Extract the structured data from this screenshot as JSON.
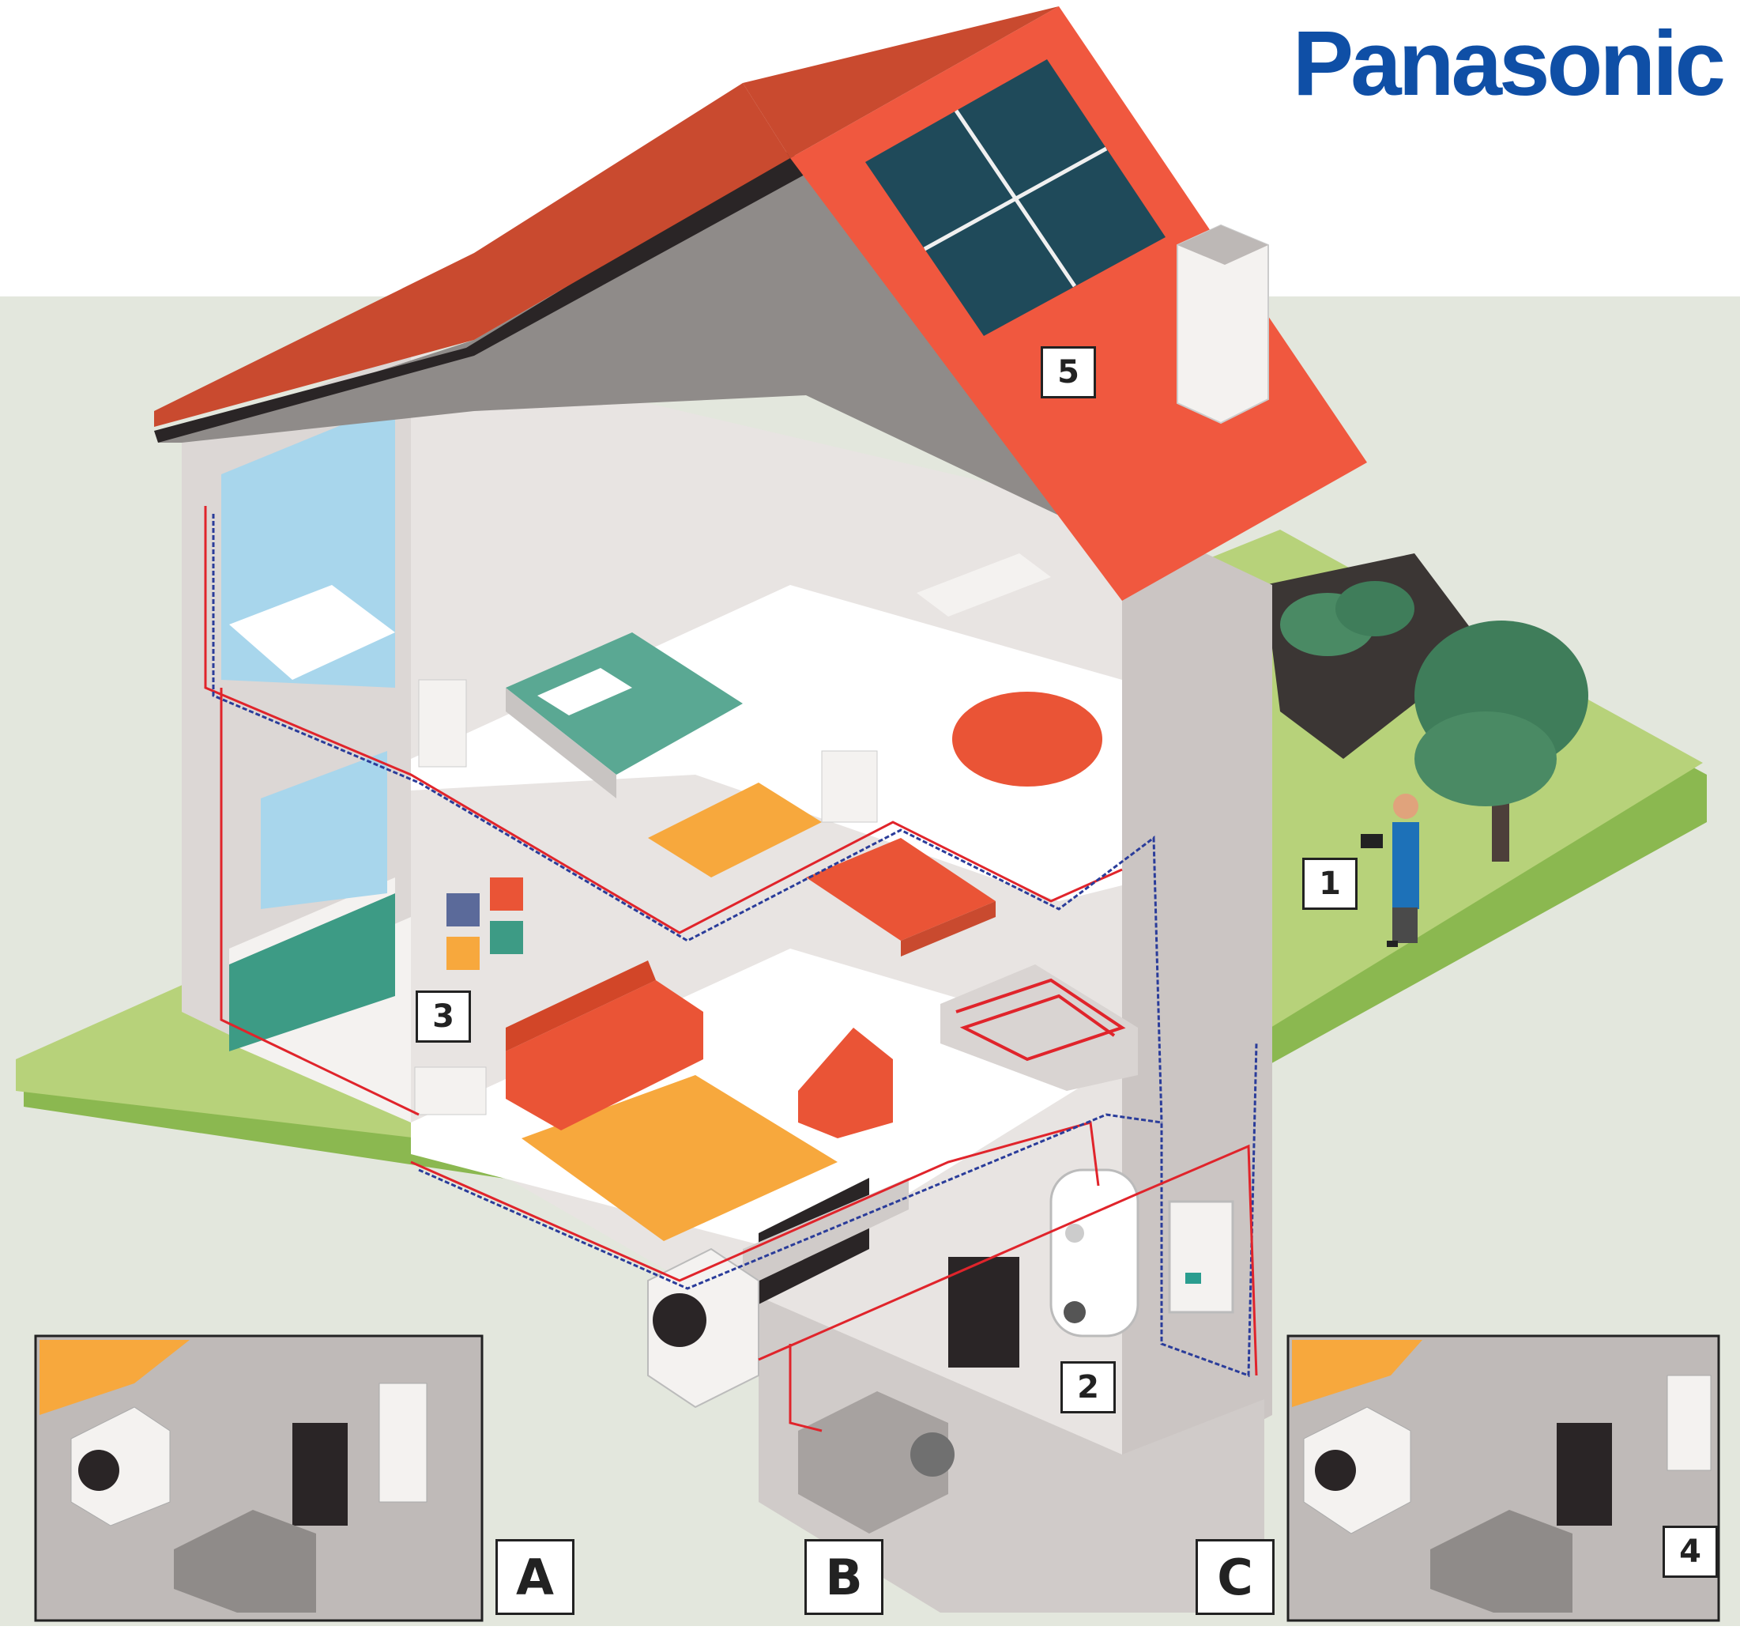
{
  "brand": {
    "logo_text": "Panasonic",
    "color": "#0f4fa6"
  },
  "callouts": {
    "c1": "1",
    "c2": "2",
    "c3": "3",
    "c4": "4",
    "c5": "5",
    "ca": "A",
    "cb": "B",
    "cc": "C"
  },
  "colors": {
    "roof": "#f0583f",
    "roof_dark": "#c94a2f",
    "lawn": "#b7d27a",
    "lawn_edge": "#8bb850",
    "wall": "#d9d4d2",
    "floor": "#ffffff",
    "rug": "#f7a83d",
    "sofa": "#ea5436",
    "bed": "#5aa893",
    "solar": "#1f4a5a",
    "hot_pipe": "#e0242b",
    "cold_pipe": "#2a3c9a",
    "background": "#e3e7dd"
  },
  "icons": [
    "solar-panel-icon",
    "heat-pump-outdoor-unit-icon",
    "hot-water-tank-icon",
    "indoor-unit-icon",
    "radiator-icon",
    "underfloor-heating-icon",
    "tablet-icon"
  ]
}
